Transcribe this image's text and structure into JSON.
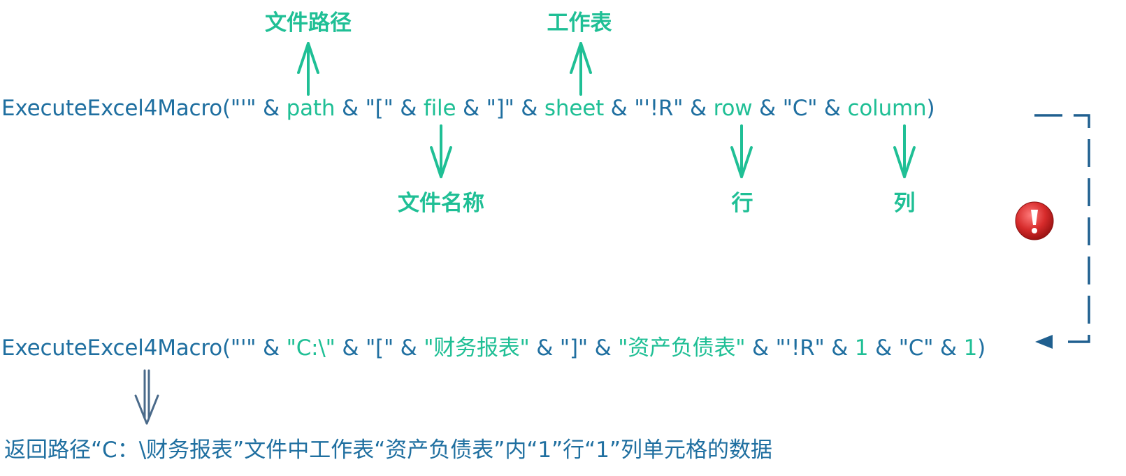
{
  "formula_template": {
    "p1": "ExecuteExcel4Macro(\"'\" & ",
    "path": "path",
    "p2": " & \"[\" & ",
    "file": "file",
    "p3": " & \"]\" & ",
    "sheet": "sheet",
    "p4": " & \"'!R\" & ",
    "row": "row",
    "p5": " & \"C\" & ",
    "column": "column",
    "p6": ")"
  },
  "formula_example": {
    "p1": "ExecuteExcel4Macro(\"'\" & ",
    "path": "\"C:\\\"",
    "p2": " & \"[\" & ",
    "file": "\"财务报表\"",
    "p3": " & \"]\" & ",
    "sheet": "\"资产负债表\"",
    "p4": " & \"'!R\" & ",
    "row": "1",
    "p5": " & \"C\" & ",
    "column": "1",
    "p6": ")"
  },
  "labels": {
    "path": "文件路径",
    "sheet": "工作表",
    "file": "文件名称",
    "row": "行",
    "column": "列"
  },
  "result": "返回路径“C：\\财务报表”文件中工作表“资产负债表”内“1”行“1”列单元格的数据",
  "colors": {
    "accent": "#1fbf95",
    "text": "#1f6fa0",
    "connector": "#1f5f8f",
    "result_arrow": "#4a6a8a",
    "warning": "#d62b2b"
  },
  "icons": {
    "warning": "warning-icon"
  }
}
